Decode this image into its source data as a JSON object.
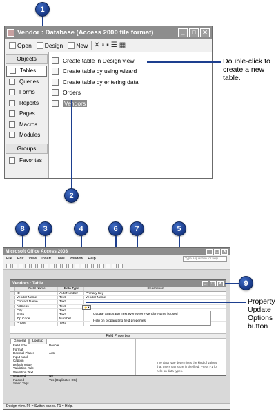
{
  "callouts": {
    "top": [
      "1",
      "2"
    ],
    "bottom": [
      "8",
      "3",
      "4",
      "6",
      "7",
      "5",
      "9"
    ]
  },
  "annotations": {
    "double_click_text": "Double-click to create a new table.",
    "property_update_text": "Property Update Options button"
  },
  "db_window": {
    "title": "Vendor : Database (Access 2000 file format)",
    "toolbar": {
      "open_label": "Open",
      "design_label": "Design",
      "new_label": "New"
    },
    "objects_header": "Objects",
    "groups_header": "Groups",
    "nav_items": [
      {
        "label": "Tables",
        "icon": "table-icon"
      },
      {
        "label": "Queries",
        "icon": "query-icon"
      },
      {
        "label": "Forms",
        "icon": "form-icon"
      },
      {
        "label": "Reports",
        "icon": "report-icon"
      },
      {
        "label": "Pages",
        "icon": "page-icon"
      },
      {
        "label": "Macros",
        "icon": "macro-icon"
      },
      {
        "label": "Modules",
        "icon": "module-icon"
      }
    ],
    "favorites_label": "Favorites",
    "list_items": [
      "Create table in Design view",
      "Create table by using wizard",
      "Create table by entering data",
      "Orders",
      "Vendors"
    ]
  },
  "access_window": {
    "title": "Microsoft Office Access 2003",
    "menu": [
      "File",
      "Edit",
      "View",
      "Insert",
      "Tools",
      "Window",
      "Help"
    ],
    "ask_placeholder": "Type a question for help",
    "table_title": "Vendors : Table",
    "grid_headers": {
      "name": "Field Name",
      "type": "Data Type",
      "desc": "Description"
    },
    "grid_rows": [
      {
        "name": "ID",
        "type": "AutoNumber",
        "desc": "Primary Key"
      },
      {
        "name": "Vendor Name",
        "type": "Text",
        "desc": "Vendor Name"
      },
      {
        "name": "Contact Name",
        "type": "Text",
        "desc": ""
      },
      {
        "name": "Address",
        "type": "Text",
        "desc": ""
      },
      {
        "name": "City",
        "type": "Text",
        "desc": ""
      },
      {
        "name": "State",
        "type": "Text",
        "desc": ""
      },
      {
        "name": "Zip Code",
        "type": "Number",
        "desc": ""
      },
      {
        "name": "Phone",
        "type": "Text",
        "desc": ""
      }
    ],
    "pu_button_label": "",
    "pu_menu": [
      "Update Status Bar Text everywhere Vendor Name is used",
      "Help on propagating field properties"
    ],
    "field_props_label": "Field Properties",
    "tabs": [
      "General",
      "Lookup"
    ],
    "props": [
      {
        "k": "Field Size",
        "v": "Double"
      },
      {
        "k": "Format",
        "v": ""
      },
      {
        "k": "Decimal Places",
        "v": "Auto"
      },
      {
        "k": "Input Mask",
        "v": ""
      },
      {
        "k": "Caption",
        "v": ""
      },
      {
        "k": "Default Value",
        "v": ""
      },
      {
        "k": "Validation Rule",
        "v": ""
      },
      {
        "k": "Validation Text",
        "v": ""
      },
      {
        "k": "Required",
        "v": "No"
      },
      {
        "k": "Indexed",
        "v": "Yes (Duplicates OK)"
      },
      {
        "k": "Smart Tags",
        "v": ""
      }
    ],
    "help_text": "The data type determines the kind of values that users can store in the field. Press F1 for help on data types.",
    "status": "Design view. F6 = Switch panes. F1 = Help."
  }
}
